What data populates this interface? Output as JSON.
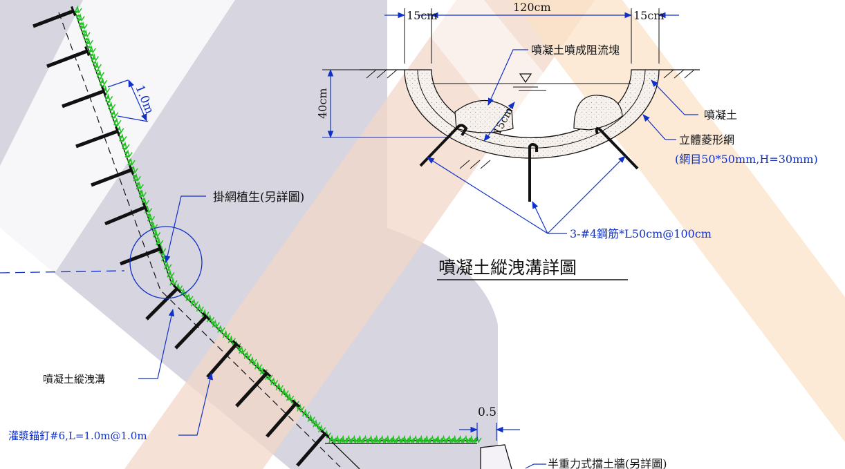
{
  "colors": {
    "dimension": "#1030c8",
    "grass": "#22c022",
    "anchor": "#111111",
    "watermark_gray": "#d7d5df",
    "watermark_peach": "#f2d7c8",
    "watermark_orange": "#fbe1c4"
  },
  "labels": {
    "mesh_planting": "掛網植生(另詳圖)",
    "shotcrete_ditch": "噴凝土縱洩溝",
    "anchor_spec": "灌漿錨釘#6,L=1.0m@1.0m",
    "spacing": "1.0m",
    "gravity_wall": "半重力式擋土牆(另詳圖)",
    "dim_half": "0.5"
  },
  "detail": {
    "title": "噴凝土縱洩溝詳圖",
    "dim_15_left": "15cm",
    "dim_120": "120cm",
    "dim_15_right": "15cm",
    "dim_40": "40cm",
    "dim_15_inner": "15cm",
    "flow_block": "噴凝土噴成阻流塊",
    "shotcrete": "噴凝土",
    "mesh_name": "立體菱形網",
    "mesh_spec": "(網目50*50mm,H=30mm)",
    "rebar": "3-#4鋼筋*L50cm@100cm"
  }
}
